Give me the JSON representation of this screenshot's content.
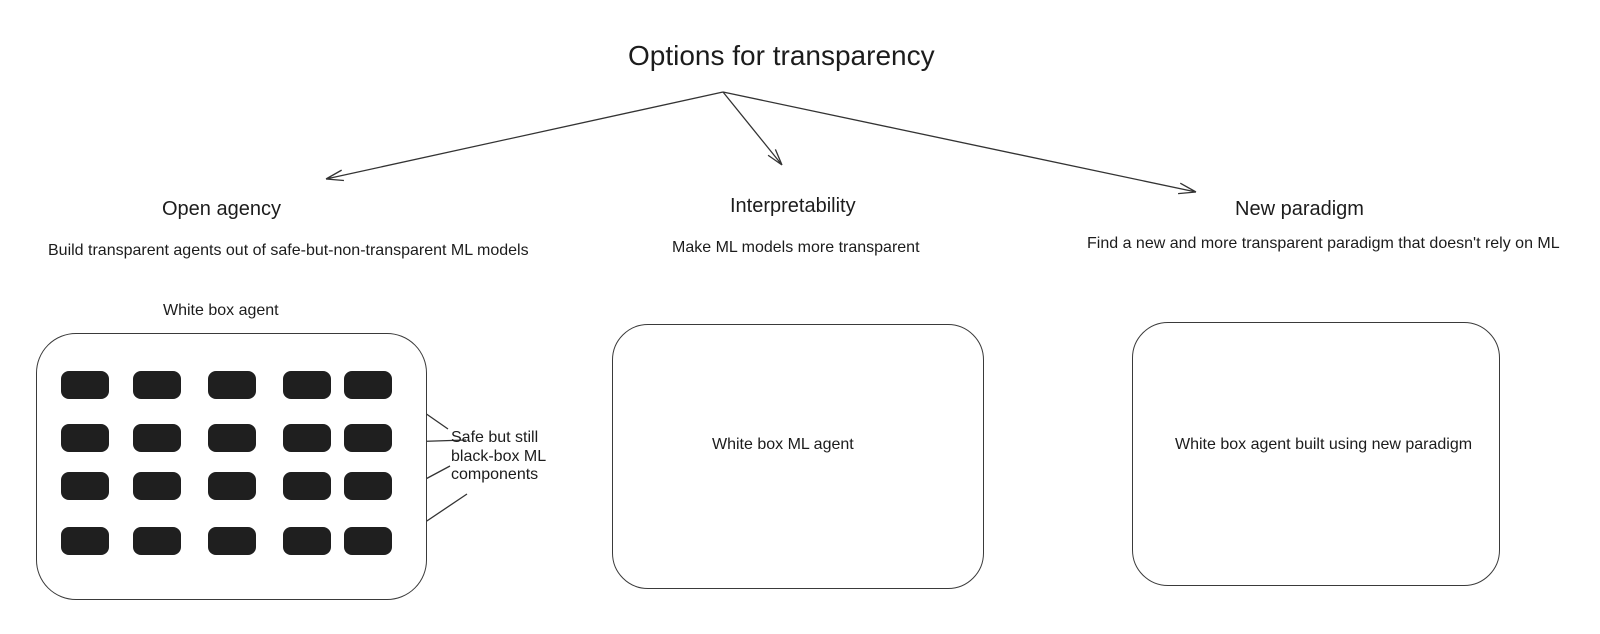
{
  "title": "Options for transparency",
  "branches": [
    {
      "id": "open-agency",
      "heading": "Open agency",
      "description": "Build transparent agents out of safe-but-non-transparent ML models"
    },
    {
      "id": "interpretability",
      "heading": "Interpretability",
      "description": "Make ML models more transparent"
    },
    {
      "id": "new-paradigm",
      "heading": "New paradigm",
      "description": "Find a new and more transparent paradigm that doesn't rely on ML"
    }
  ],
  "open_agency_box": {
    "label": "White box agent",
    "component_grid": {
      "rows": 4,
      "cols": 5
    }
  },
  "annotation": {
    "lines": [
      "Safe but still",
      "black-box ML",
      "components"
    ]
  },
  "interpretability_box": {
    "label": "White box ML agent"
  },
  "new_paradigm_box": {
    "label": "White box agent built using new paradigm"
  },
  "colors": {
    "background": "#ffffff",
    "ink": "#1c1c1c",
    "line": "#333333",
    "component_fill": "#1f1f1f"
  }
}
